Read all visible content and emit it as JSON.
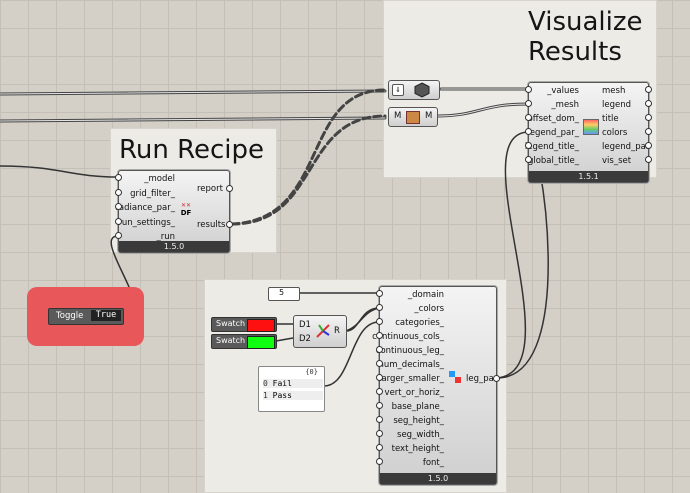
{
  "groups": {
    "visualize": {
      "title_line1": "Visualize",
      "title_line2": "Results"
    },
    "run": {
      "title": "Run Recipe"
    }
  },
  "run_recipe": {
    "inputs": [
      "_model",
      "grid_filter_",
      "radiance_par_",
      "run_settings_",
      "_run"
    ],
    "outputs": [
      "report",
      "results"
    ],
    "icon_text": "DF",
    "version": "1.5.0"
  },
  "visualize_results": {
    "inputs": [
      "_values",
      "_mesh",
      "offset_dom_",
      "legend_par_",
      "legend_title_",
      "global_title_"
    ],
    "outputs": [
      "mesh",
      "legend",
      "title",
      "colors",
      "legend_par",
      "vis_set"
    ],
    "version": "1.5.1"
  },
  "merge_component": {
    "in_label": "M",
    "out_label": "M"
  },
  "legend_parameters": {
    "inputs": [
      "_domain",
      "_colors",
      "categories_",
      "continuous_cols_",
      "continuous_leg_",
      "num_decimals_",
      "larger_smaller_",
      "vert_or_horiz_",
      "base_plane_",
      "seg_height_",
      "seg_width_",
      "text_height_",
      "font_"
    ],
    "output": "leg_par",
    "version": "1.5.0"
  },
  "number_panel": {
    "value": "5"
  },
  "gradient_component": {
    "inputs": [
      "D1",
      "D2"
    ],
    "output": "R"
  },
  "swatches": [
    {
      "label": "Swatch",
      "color": "#ff1010"
    },
    {
      "label": "Swatch",
      "color": "#10ff10"
    }
  ],
  "list_panel": {
    "header": "{0}",
    "items": [
      {
        "index": "0",
        "text": "Fail"
      },
      {
        "index": "1",
        "text": "Pass"
      }
    ]
  },
  "toggle": {
    "label": "Toggle",
    "value": "True",
    "highlight_color": "#e8575a"
  }
}
